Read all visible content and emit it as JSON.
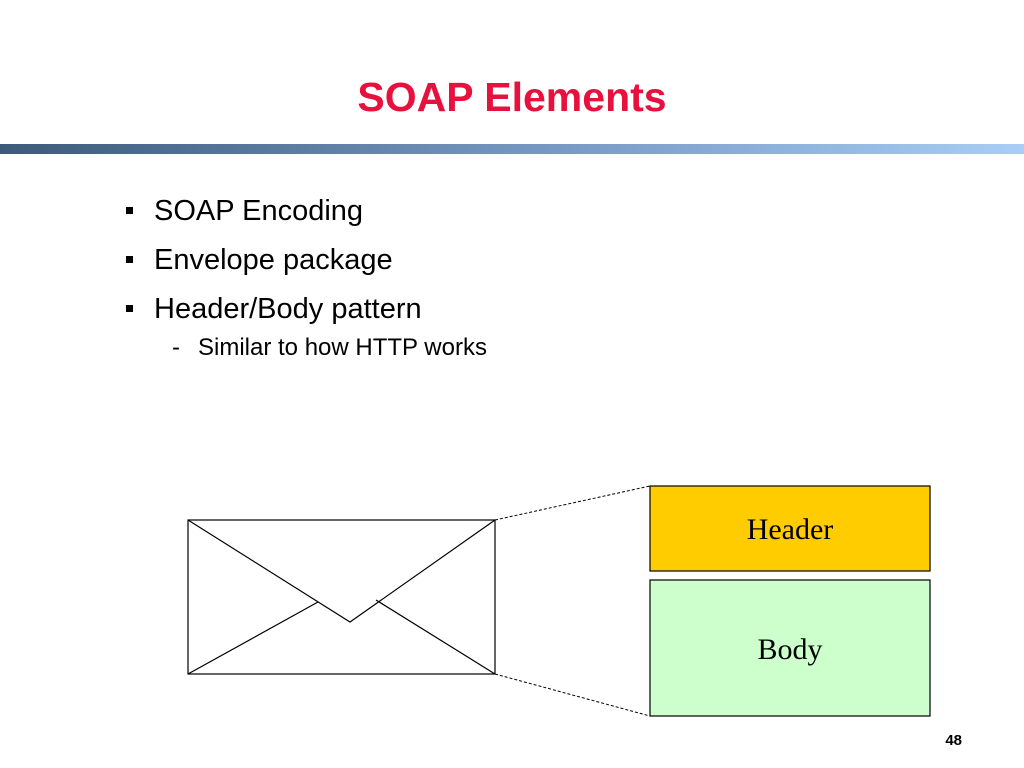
{
  "slide": {
    "title": "SOAP Elements",
    "bullets": [
      {
        "text": "SOAP Encoding"
      },
      {
        "text": "Envelope package"
      },
      {
        "text": "Header/Body pattern"
      }
    ],
    "sub_bullets": [
      {
        "marker": "-",
        "text": "Similar to how HTTP works"
      }
    ],
    "page_number": "48"
  },
  "diagram": {
    "envelope_icon": "envelope-icon",
    "header_box": {
      "label": "Header",
      "color": "#ffcc00"
    },
    "body_box": {
      "label": "Body",
      "color": "#ccffcc"
    }
  },
  "colors": {
    "title": "#e8103c",
    "rule_start": "#3d5a7a",
    "rule_end": "#a9cdf4"
  }
}
